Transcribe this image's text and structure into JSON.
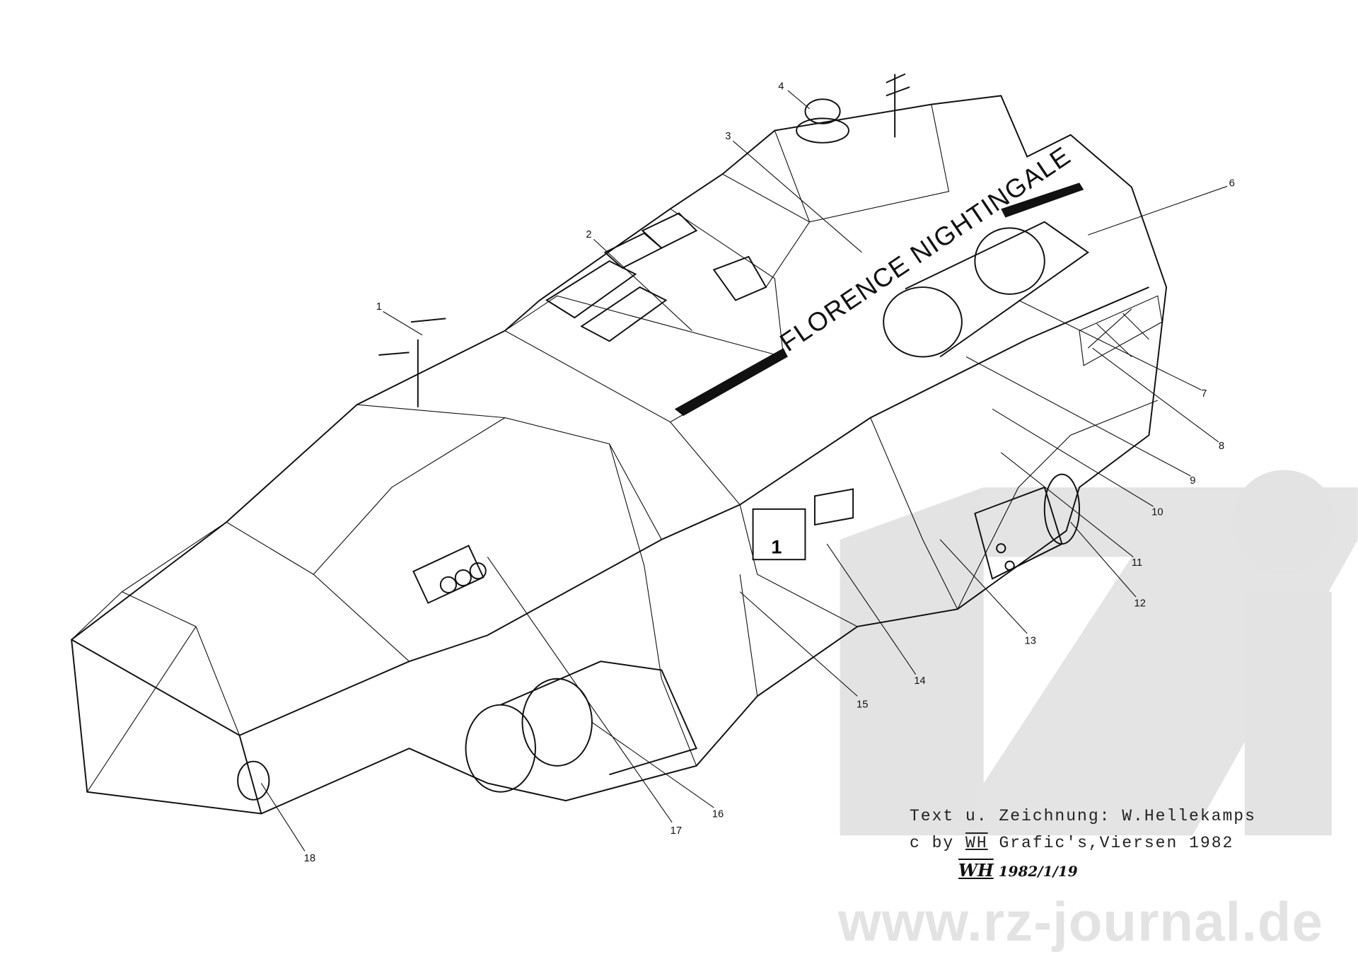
{
  "drawing": {
    "ship_name": "FLORENCE NIGHTINGALE",
    "hull_number": "1",
    "callouts": [
      "1",
      "2",
      "3",
      "4",
      "6",
      "7",
      "8",
      "9",
      "10",
      "11",
      "12",
      "13",
      "14",
      "15",
      "16",
      "17",
      "18"
    ]
  },
  "credits": {
    "line1": "Text u. Zeichnung: W.Hellekamps",
    "line2_prefix": "c by",
    "line2_mark": "WH",
    "line2_suffix": "Grafic's,Viersen 1982",
    "signature_mark": "WH",
    "signature_date": "1982/1/19"
  },
  "watermark": {
    "logo": "rz",
    "url": "www.rz-journal.de"
  },
  "colors": {
    "ink": "#111111",
    "watermark": "#e3e3e3"
  }
}
